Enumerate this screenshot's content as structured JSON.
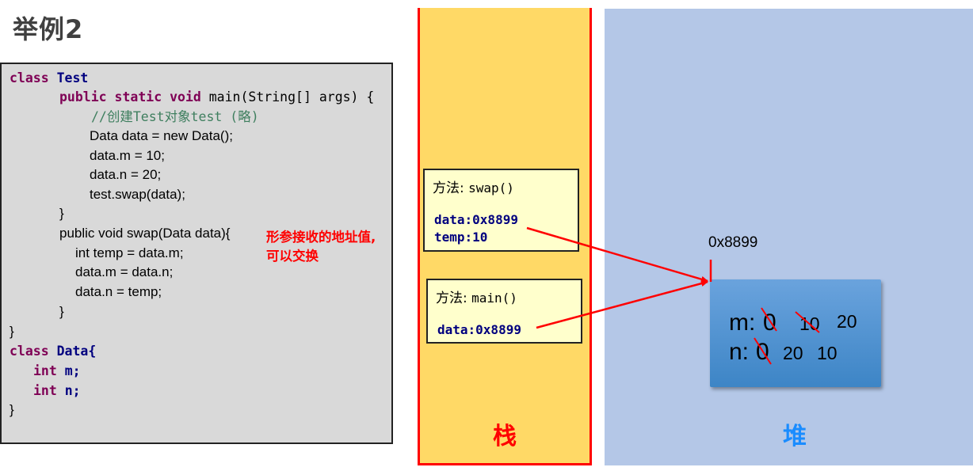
{
  "title": "举例2",
  "code": {
    "l1_kw": "class",
    "l1_name": "Test",
    "l2_kw": "public static void",
    "l2_rest": "main(String[] args) {",
    "l3": "//创建Test对象test (略)",
    "l4": "Data data = new Data();",
    "l5": "data.m = 10;",
    "l6": "data.n = 20;",
    "l7": "test.swap(data);",
    "l8": "}",
    "l9": "public void swap(Data data){",
    "l10": "int temp = data.m;",
    "l11": "data.m = data.n;",
    "l12": "data.n = temp;",
    "l13": "}",
    "l14": "}",
    "l15_kw": "class",
    "l15_name": "Data{",
    "l16_kw": "int",
    "l16_name": "m;",
    "l17_kw": "int",
    "l17_name": "n;",
    "l18": "}"
  },
  "note": [
    "形参接收的地址值,",
    "可以交换"
  ],
  "stack": {
    "label": "栈",
    "frames": [
      {
        "method_label": "方法:",
        "method": "swap()",
        "lines": [
          "data:0x8899",
          "temp:10"
        ]
      },
      {
        "method_label": "方法:",
        "method": "main()",
        "lines": [
          "data:0x8899"
        ]
      }
    ]
  },
  "heap": {
    "label": "堆",
    "address": "0x8899",
    "fields": [
      {
        "label": "m:",
        "old": "0",
        "values": [
          "10",
          "20"
        ]
      },
      {
        "label": "n:",
        "old": "0",
        "values": [
          "20",
          "10"
        ]
      }
    ]
  },
  "colors": {
    "stack_fill": "#ffd966",
    "stack_border": "#ff0000",
    "heap_fill": "#b4c7e7",
    "object_fill": "#4a90d9",
    "frame_fill": "#ffffcc",
    "code_bg": "#d9d9d9",
    "arrow": "#ff0000",
    "heap_label": "#1a8cff"
  }
}
